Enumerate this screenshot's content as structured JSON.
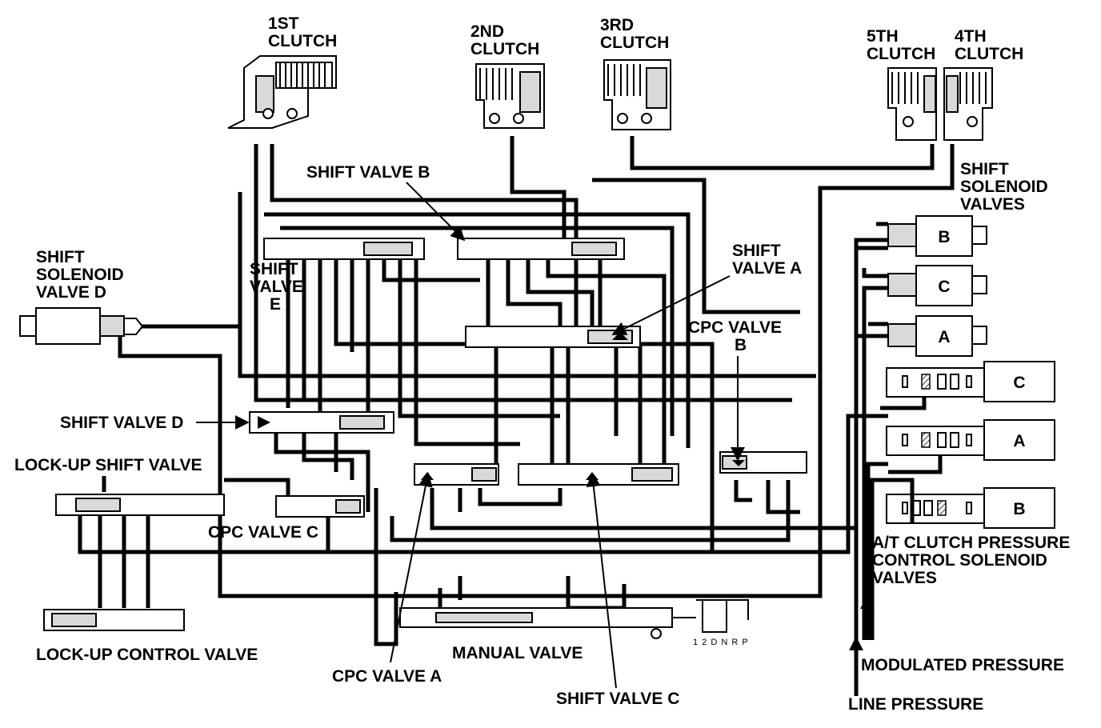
{
  "title": "",
  "labels": {
    "clutch1": [
      "1ST",
      "CLUTCH"
    ],
    "clutch2": [
      "2ND",
      "CLUTCH"
    ],
    "clutch3": [
      "3RD",
      "CLUTCH"
    ],
    "clutch5": [
      "5TH",
      "CLUTCH"
    ],
    "clutch4": [
      "4TH",
      "CLUTCH"
    ],
    "shift_solenoid_valves": [
      "SHIFT",
      "SOLENOID",
      "VALVES"
    ],
    "shift_solenoid_valve_d": [
      "SHIFT",
      "SOLENOID",
      "VALVE D"
    ],
    "shift_valve_b": "SHIFT VALVE B",
    "shift_valve_a": [
      "SHIFT",
      "VALVE A"
    ],
    "shift_valve_e": [
      "SHIFT",
      "VALVE",
      "E"
    ],
    "cpc_valve_b": [
      "CPC VALVE",
      "B"
    ],
    "shift_valve_d": "SHIFT VALVE D",
    "lockup_shift_valve": "LOCK-UP SHIFT VALVE",
    "cpc_valve_c": "CPC VALVE C",
    "atf_clutch_pressure": [
      "A/T CLUTCH PRESSURE",
      "CONTROL SOLENOID",
      "VALVES"
    ],
    "lockup_control_valve": "LOCK-UP CONTROL VALVE",
    "manual_valve": "MANUAL VALVE",
    "cpc_valve_a": "CPC VALVE A",
    "shift_valve_c": "SHIFT VALVE C",
    "modulated_pressure": "MODULATED PRESSURE",
    "line_pressure": "LINE PRESSURE",
    "gear_positions": "1 2 D N R    P"
  },
  "solenoids": {
    "shift": [
      "B",
      "C",
      "A"
    ],
    "pressure": [
      "C",
      "A",
      "B"
    ]
  }
}
